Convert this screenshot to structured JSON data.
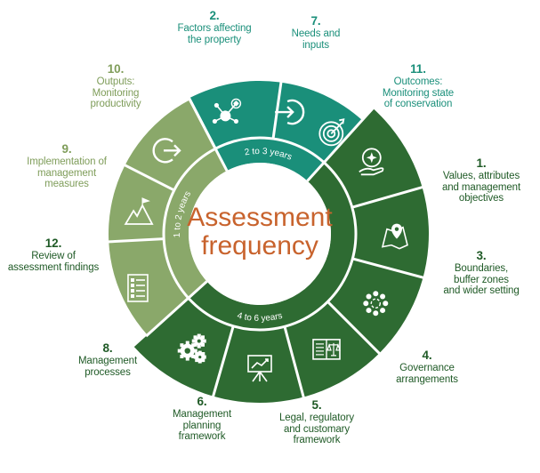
{
  "center": {
    "line1": "Assessment",
    "line2": "frequency"
  },
  "bands": {
    "teal": "2 to 3 years",
    "light": "1 to 2 years",
    "dark": "4 to 6 years"
  },
  "colors": {
    "dark_green": "#2e6b32",
    "teal": "#1a8f7a",
    "light_green": "#8aa86a",
    "orange": "#c8632d",
    "dark_text": "#1f5a26",
    "light_text": "#7f9d5a"
  },
  "steps": [
    {
      "num": "2.",
      "text": "Factors affecting\nthe property",
      "icon": "network-plus-icon"
    },
    {
      "num": "7.",
      "text": "Needs and\ninputs",
      "icon": "arrow-into-circle-icon"
    },
    {
      "num": "11.",
      "text": "Outcomes:\nMonitoring state\nof conservation",
      "icon": "target-arrow-icon"
    },
    {
      "num": "1.",
      "text": "Values, attributes\nand management\nobjectives",
      "icon": "hand-sparkle-icon"
    },
    {
      "num": "3.",
      "text": "Boundaries,\nbuffer zones\nand wider setting",
      "icon": "map-pin-icon"
    },
    {
      "num": "4.",
      "text": "Governance\narrangements",
      "icon": "people-circle-icon"
    },
    {
      "num": "5.",
      "text": "Legal, regulatory\nand customary\nframework",
      "icon": "law-scales-icon"
    },
    {
      "num": "6.",
      "text": "Management\nplanning\nframework",
      "icon": "easel-chart-icon"
    },
    {
      "num": "8.",
      "text": "Management\nprocesses",
      "icon": "gears-icon"
    },
    {
      "num": "12.",
      "text": "Review of\nassessment findings",
      "icon": "checklist-icon"
    },
    {
      "num": "9.",
      "text": "Implementation of\nmanagement\nmeasures",
      "icon": "mountain-flag-icon"
    },
    {
      "num": "10.",
      "text": "Outputs:\nMonitoring\nproductivity",
      "icon": "exit-arrow-icon"
    }
  ]
}
